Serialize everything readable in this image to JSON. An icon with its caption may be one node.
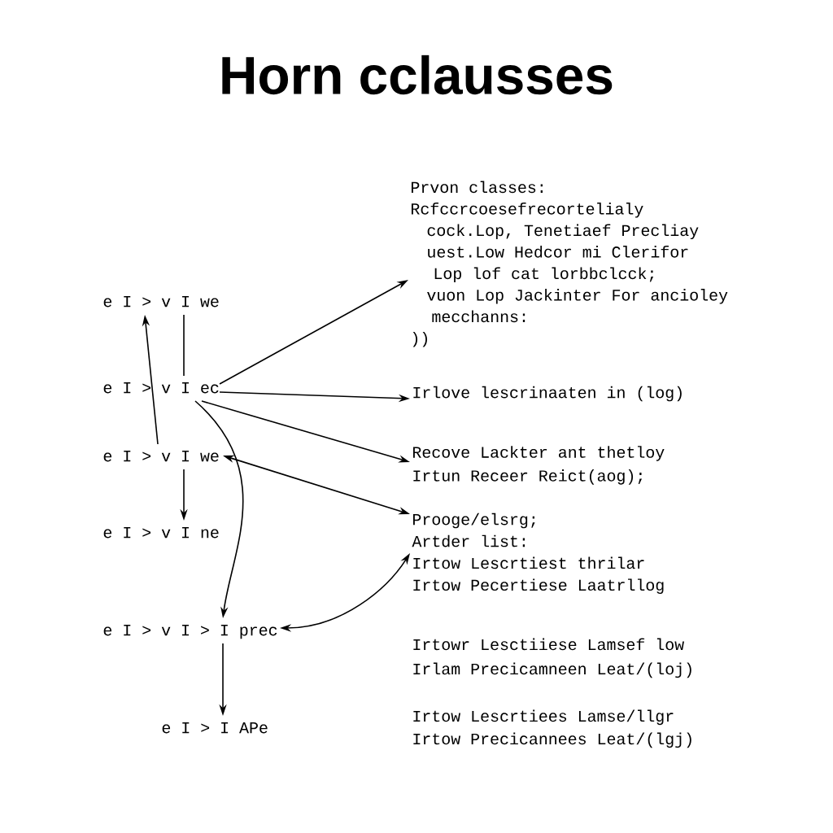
{
  "diagram": {
    "title": "Horn cclausses",
    "nodes": [
      {
        "text": [
          "e I > v I we"
        ]
      },
      {
        "text": [
          "e I > v I ec"
        ]
      },
      {
        "text": [
          "e I > v I we"
        ]
      },
      {
        "text": [
          "e I > v I ne"
        ]
      },
      {
        "text": [
          "e I > v I > I prec"
        ]
      },
      {
        "text": [
          "e I > I APe"
        ]
      },
      {
        "text": [
          "Prvon classes:",
          "Rcfccrcoesefrecortelialy",
          "cock.Lop, Tenetiaef Precliay",
          "uest.Low Hedcor mi Clerifor",
          "Lop lof cat lorbbclcck;",
          "vuon Lop Jackinter For ancioley",
          "mecchanns:",
          "))"
        ]
      },
      {
        "text": [
          "Irlove lescrinaaten in (log)"
        ]
      },
      {
        "text": [
          "Recove Lackter ant thetloy",
          "Irtun Receer Reict(aog);"
        ]
      },
      {
        "text": [
          "Prooge/elsrg;",
          "Artder list:",
          "Irtow Lescrtiest thrilar",
          "Irtow Pecertiese Laatrllog"
        ]
      }
    ],
    "edges": [
      {
        "from": 0,
        "to": 1,
        "arrow": "none"
      },
      {
        "from": 2,
        "to": 0,
        "arrow": "to"
      },
      {
        "from": 1,
        "to": 6,
        "arrow": "to"
      },
      {
        "from": 1,
        "to": 7,
        "arrow": "to"
      },
      {
        "from": 1,
        "to": 8,
        "arrow": "to"
      },
      {
        "from": 2,
        "to": 9,
        "arrow": "both"
      },
      {
        "from": 2,
        "to": 3,
        "arrow": "to"
      },
      {
        "from": 1,
        "to": 4,
        "arrow": "to"
      },
      {
        "from": 4,
        "to": 9,
        "arrow": "both"
      },
      {
        "from": 4,
        "to": 5,
        "arrow": "to"
      }
    ],
    "labels": [
      "Irtowr Lesctiiese Lamsef low",
      "Irlam Precicamneen Leat/(loj)",
      "Irtow Lescrtiees Lamse/llgr",
      "Irtow Precicannees Leat/(lgj)"
    ]
  }
}
